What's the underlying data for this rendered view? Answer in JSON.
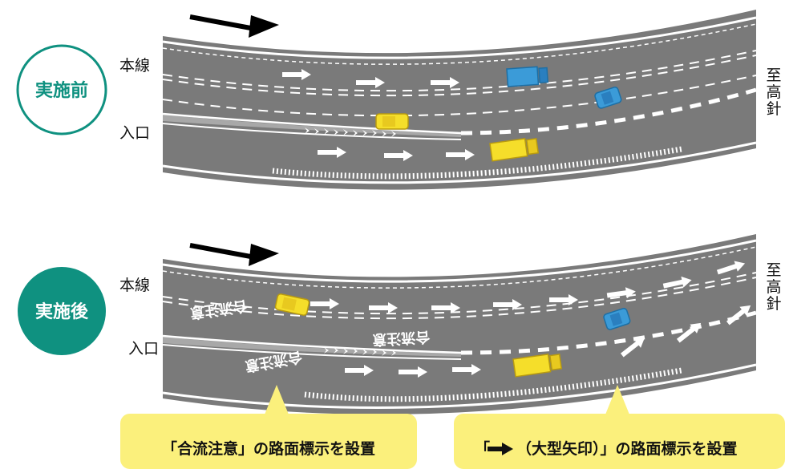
{
  "top": {
    "badge": "実施前",
    "label_main": "本線",
    "label_ramp": "入口",
    "dest_chars": [
      "至",
      "高",
      "針"
    ]
  },
  "bottom": {
    "badge": "実施後",
    "label_main": "本線",
    "label_ramp": "入口",
    "dest_chars": [
      "至",
      "高",
      "針"
    ],
    "road_marking_lane": "合流注意",
    "road_marking_ramp": "合流注意",
    "road_marking_left": "合流注意"
  },
  "callouts": {
    "left": "「合流注意」の路面標示を設置",
    "right_prefix": "「",
    "right_suffix": "（大型矢印）」の路面標示を設置"
  },
  "colors": {
    "road": "#7a7a7a",
    "teal": "#0f9180",
    "callout": "#fbf07c",
    "car_yellow": "#f5de2a",
    "car_blue": "#3b9bd8"
  }
}
